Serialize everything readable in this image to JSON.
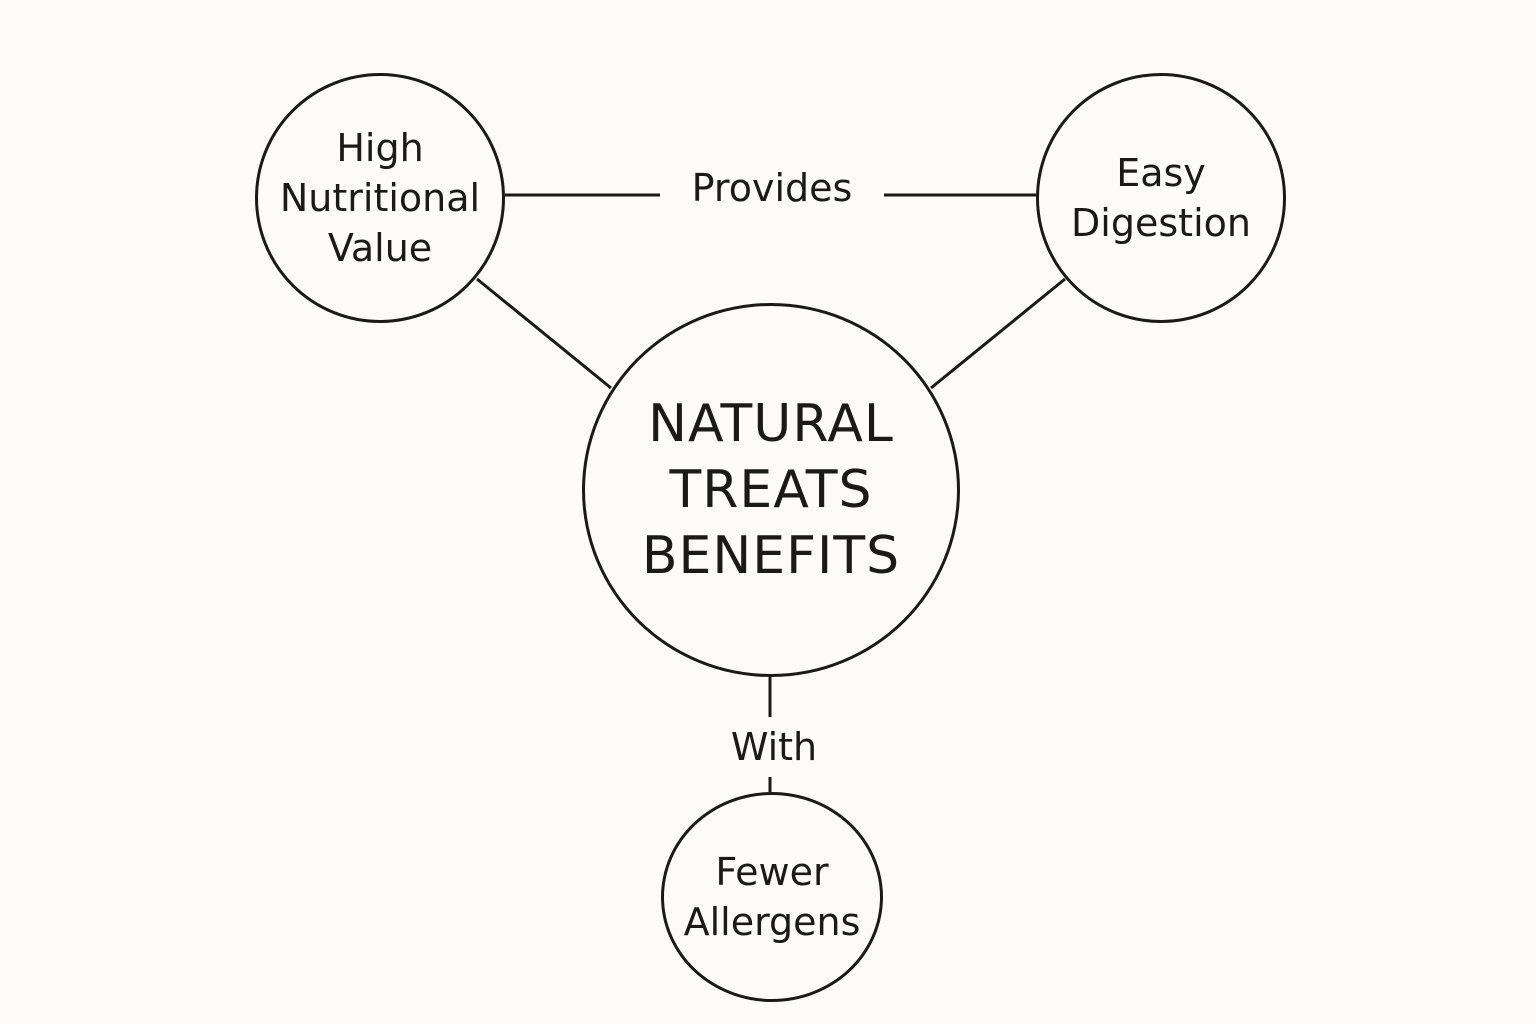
{
  "diagram": {
    "center_node": {
      "lines": [
        "NATURAL",
        "TREATS",
        "BENEFITS"
      ]
    },
    "nodes": {
      "nutrition": {
        "lines": [
          "High",
          "Nutritional",
          "Value"
        ]
      },
      "digestion": {
        "lines": [
          "Easy",
          "Digestion"
        ]
      },
      "allergens": {
        "lines": [
          "Fewer",
          "Allergens"
        ]
      }
    },
    "edge_labels": {
      "provides": "Provides",
      "with": "With"
    },
    "colors": {
      "background": "#fcfbfa",
      "stroke": "#1a1a1a",
      "text": "#1a1a1a"
    }
  }
}
